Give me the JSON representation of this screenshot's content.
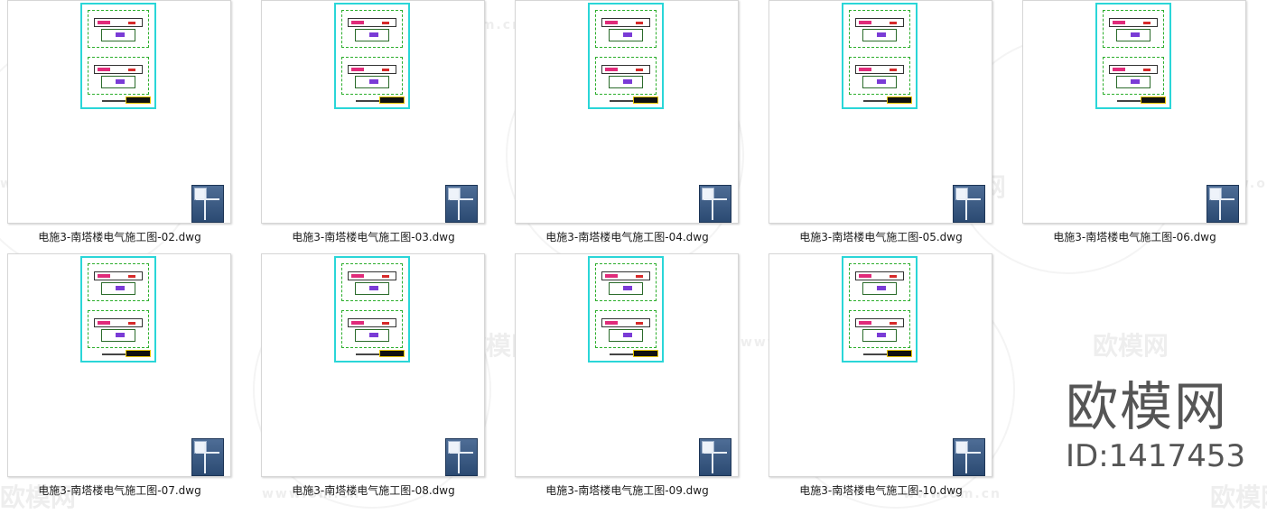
{
  "files": [
    {
      "name": "电施3-南塔楼电气施工图-02.dwg"
    },
    {
      "name": "电施3-南塔楼电气施工图-03.dwg"
    },
    {
      "name": "电施3-南塔楼电气施工图-04.dwg"
    },
    {
      "name": "电施3-南塔楼电气施工图-05.dwg"
    },
    {
      "name": "电施3-南塔楼电气施工图-06.dwg"
    },
    {
      "name": "电施3-南塔楼电气施工图-07.dwg"
    },
    {
      "name": "电施3-南塔楼电气施工图-08.dwg"
    },
    {
      "name": "电施3-南塔楼电气施工图-09.dwg"
    },
    {
      "name": "电施3-南塔楼电气施工图-10.dwg"
    }
  ],
  "file_icon": "dwg-file-icon",
  "watermark": {
    "logo_text": "欧模网",
    "url_text": "www.om.cn"
  },
  "brand": {
    "name": "欧模网",
    "id": "ID:1417453"
  },
  "colors": {
    "sheet_border": "#2ad6d8",
    "file_icon": "#2b4a72"
  }
}
